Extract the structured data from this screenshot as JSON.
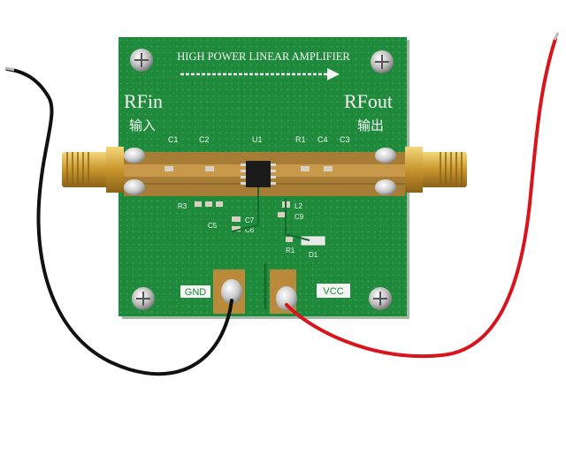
{
  "board": {
    "title": "HIGH POWER LINEAR AMPLIFIER",
    "rf_in": "RFin",
    "rf_in_cn": "输入",
    "rf_out": "RFout",
    "rf_out_cn": "输出",
    "gnd": "GND",
    "vcc": "VCC"
  },
  "components": {
    "c1": "C1",
    "c2": "C2",
    "u1": "U1",
    "r1_top": "R1",
    "c4": "C4",
    "c3": "C3",
    "r3": "R3",
    "c5": "C5",
    "c7": "C7",
    "c6": "C6",
    "l2": "L2",
    "c9": "C9",
    "r1_bottom": "R1",
    "d1": "D1"
  },
  "colors": {
    "pcb": "#1f8a3c",
    "silkscreen": "#f4f4f4",
    "copper_trace": "#b98a3a",
    "sma_gold": "#d9a838",
    "wire_black": "#111111",
    "wire_red": "#d8141c",
    "background": "#ffffff"
  }
}
